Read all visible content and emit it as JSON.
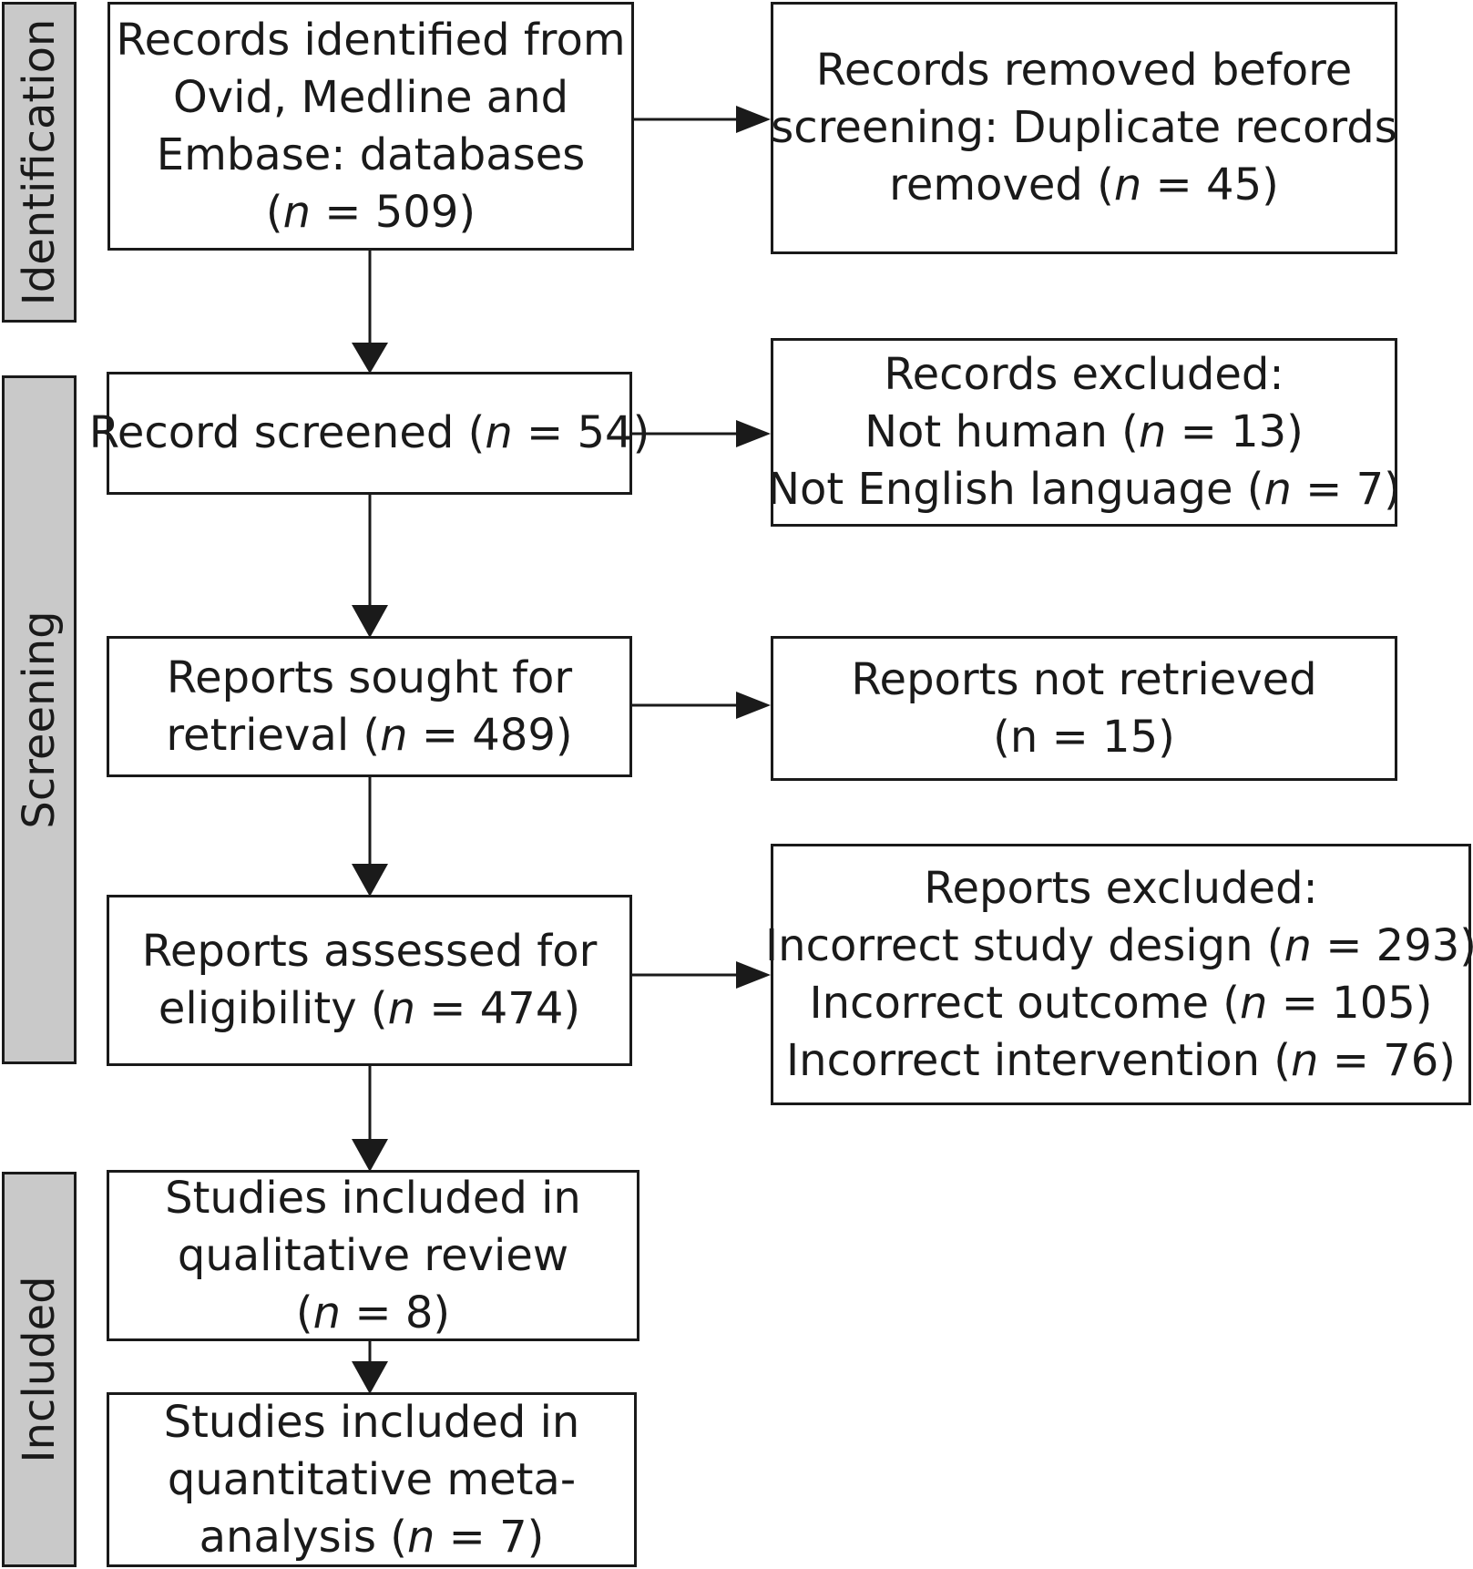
{
  "stages": [
    {
      "id": "identification",
      "label": "Identification"
    },
    {
      "id": "screening",
      "label": "Screening"
    },
    {
      "id": "included",
      "label": "Included"
    }
  ],
  "boxes": {
    "identified": {
      "lines": [
        [
          {
            "t": "Records identified from"
          }
        ],
        [
          {
            "t": "Ovid, Medline and"
          }
        ],
        [
          {
            "t": "Embase: databases"
          }
        ],
        [
          {
            "t": "("
          },
          {
            "t": "n",
            "i": true
          },
          {
            "t": " = 509)"
          }
        ]
      ]
    },
    "removed": {
      "lines": [
        [
          {
            "t": "Records removed before"
          }
        ],
        [
          {
            "t": "screening: Duplicate records"
          }
        ],
        [
          {
            "t": "removed ("
          },
          {
            "t": "n",
            "i": true
          },
          {
            "t": " = 45)"
          }
        ]
      ]
    },
    "screened": {
      "lines": [
        [
          {
            "t": "Record screened ("
          },
          {
            "t": "n",
            "i": true
          },
          {
            "t": " = 54)"
          }
        ]
      ]
    },
    "excluded": {
      "lines": [
        [
          {
            "t": "Records excluded:"
          }
        ],
        [
          {
            "t": "Not human ("
          },
          {
            "t": "n",
            "i": true
          },
          {
            "t": " = 13)"
          }
        ],
        [
          {
            "t": "Not English language ("
          },
          {
            "t": "n",
            "i": true
          },
          {
            "t": " = 7)"
          }
        ]
      ]
    },
    "sought": {
      "lines": [
        [
          {
            "t": "Reports sought for"
          }
        ],
        [
          {
            "t": "retrieval ("
          },
          {
            "t": "n",
            "i": true
          },
          {
            "t": " = 489)"
          }
        ]
      ]
    },
    "not_retrieved": {
      "lines": [
        [
          {
            "t": "Reports not retrieved"
          }
        ],
        [
          {
            "t": "(n = 15)"
          }
        ]
      ]
    },
    "assessed": {
      "lines": [
        [
          {
            "t": "Reports assessed for"
          }
        ],
        [
          {
            "t": "eligibility ("
          },
          {
            "t": "n",
            "i": true
          },
          {
            "t": " = 474)"
          }
        ]
      ]
    },
    "reports_excluded": {
      "lines": [
        [
          {
            "t": "Reports excluded:"
          }
        ],
        [
          {
            "t": "Incorrect study design ("
          },
          {
            "t": "n",
            "i": true
          },
          {
            "t": " = 293)"
          }
        ],
        [
          {
            "t": "Incorrect outcome ("
          },
          {
            "t": "n",
            "i": true
          },
          {
            "t": " = 105)"
          }
        ],
        [
          {
            "t": "Incorrect intervention ("
          },
          {
            "t": "n",
            "i": true
          },
          {
            "t": " = 76)"
          }
        ]
      ]
    },
    "qualitative": {
      "lines": [
        [
          {
            "t": "Studies included in"
          }
        ],
        [
          {
            "t": "qualitative review"
          }
        ],
        [
          {
            "t": "("
          },
          {
            "t": "n",
            "i": true
          },
          {
            "t": " = 8)"
          }
        ]
      ]
    },
    "quantitative": {
      "lines": [
        [
          {
            "t": "Studies included in"
          }
        ],
        [
          {
            "t": "quantitative meta-"
          }
        ],
        [
          {
            "t": "analysis ("
          },
          {
            "t": "n",
            "i": true
          },
          {
            "t": " = 7)"
          }
        ]
      ]
    }
  }
}
